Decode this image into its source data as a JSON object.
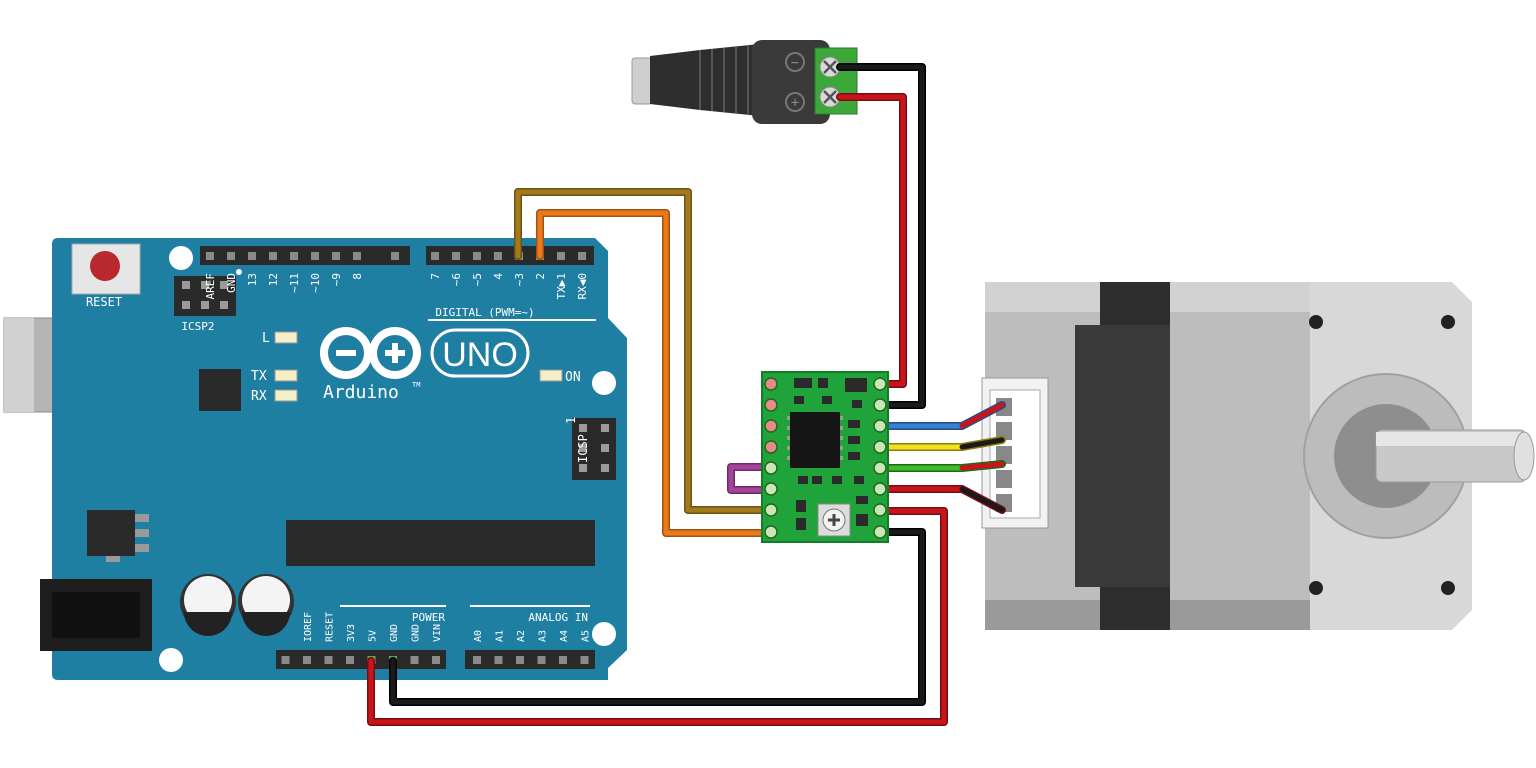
{
  "arduino": {
    "reset_label": "RESET",
    "icsp2_label": "ICSP2",
    "icsp_label": "ICSP",
    "icsp_pin1": "1",
    "digital_label": "DIGITAL (PWM=~)",
    "logo_name": "Arduino",
    "logo_tm": "TM",
    "uno_label": "UNO",
    "led_l": "L",
    "led_tx": "TX",
    "led_rx": "RX",
    "led_on": "ON",
    "power_label": "POWER",
    "analog_label": "ANALOG IN",
    "header_left_pins": [
      "AREF",
      "GND",
      "13",
      "12",
      "~11",
      "~10",
      "~9",
      "8"
    ],
    "header_right_pins": [
      "7",
      "~6",
      "~5",
      "4",
      "~3",
      "2",
      "TX▶1",
      "RX◀0"
    ],
    "power_pins": [
      "IOREF",
      "RESET",
      "3V3",
      "5V",
      "GND",
      "GND",
      "VIN"
    ],
    "analog_pins": [
      "A0",
      "A1",
      "A2",
      "A3",
      "A4",
      "A5"
    ]
  },
  "dc_jack": {
    "minus_symbol": "−",
    "plus_symbol": "+"
  },
  "colors": {
    "board_blue": "#1f7fa3",
    "wire_red": "#c8141a",
    "wire_black": "#1a1a1a",
    "wire_blue": "#3a7fd1",
    "wire_yellow": "#f0e11a",
    "wire_green": "#3dbb2a",
    "wire_orange": "#e87a1c",
    "wire_brown": "#a27a1e",
    "wire_purple": "#a3439a",
    "driver_green": "#1fa33a"
  }
}
